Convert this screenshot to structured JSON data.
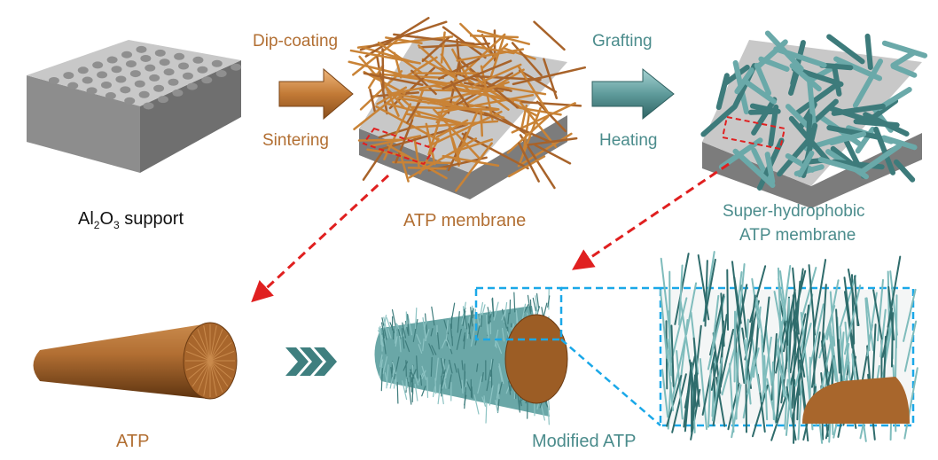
{
  "top_row": {
    "support_label": {
      "p1": "Al",
      "s1": "2",
      "p2": "O",
      "s2": "3",
      "p3": " support"
    },
    "step1_top": "Dip-coating",
    "step1_bottom": "Sintering",
    "membrane_label": "ATP membrane",
    "step2_top": "Grafting",
    "step2_bottom": "Heating",
    "superhydrophobic_label_line1": "Super-hydrophobic",
    "superhydrophobic_label_line2": "ATP membrane"
  },
  "bottom_row": {
    "atp_label": "ATP",
    "modified_label": "Modified ATP"
  },
  "colors": {
    "brown": "#b26f33",
    "teal": "#4b8c8c",
    "red_dash": "#e02020",
    "blue_dash": "#1aa8e8",
    "support_gray": "#c8c8c8"
  }
}
